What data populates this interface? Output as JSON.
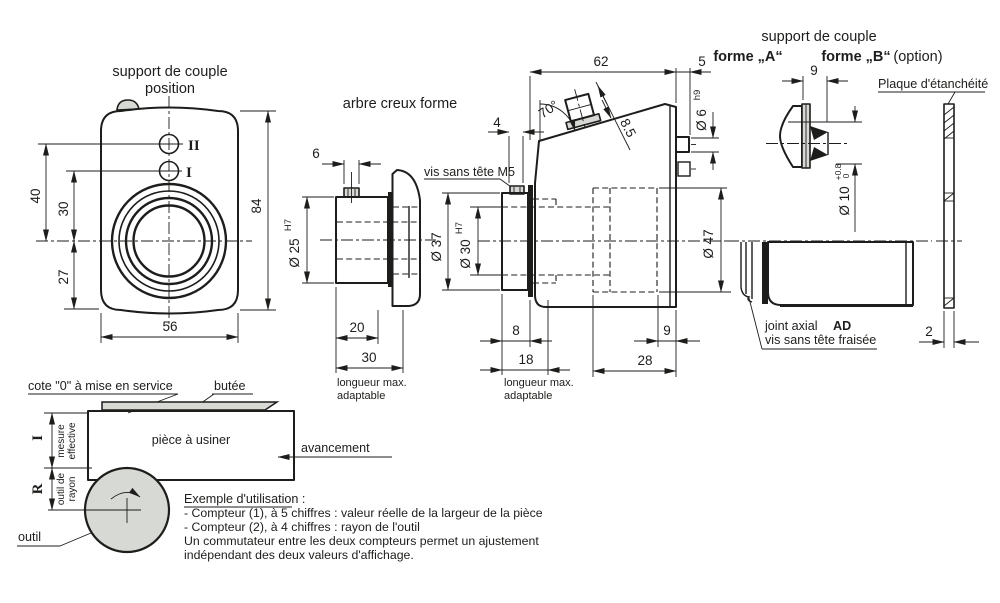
{
  "colors": {
    "part_fill": "#d7d9d5",
    "line": "#1d1d1b",
    "bg": "#ffffff"
  },
  "front_view": {
    "title1": "support de couple",
    "title2": "position",
    "port_top": "II",
    "port_bottom": "I",
    "dim_40": "40",
    "dim_30": "30",
    "dim_27": "27",
    "dim_84": "84",
    "dim_56": "56"
  },
  "shaft_view": {
    "title": "arbre creux forme",
    "dim_6": "6",
    "dim_d25": "Ø 25",
    "tol_d25": "H7",
    "dim_20": "20",
    "dim_30": "30",
    "note_line1": "longueur max.",
    "note_line2": "adaptable"
  },
  "section_view": {
    "setscrew_label": "vis sans tête M5",
    "dim_4": "4",
    "dim_62": "62",
    "dim_5": "5",
    "dim_angle": "70°",
    "dim_85": "8.5",
    "dim_d37": "Ø 37",
    "dim_d30": "Ø 30",
    "tol_d30": "H7",
    "dim_d6": "Ø 6",
    "tol_d6": "h9",
    "dim_d47": "Ø 47",
    "dim_8": "8",
    "dim_18": "18",
    "dim_9": "9",
    "dim_28": "28",
    "note_line1": "longueur max.",
    "note_line2": "adaptable"
  },
  "support_view": {
    "title": "support de couple",
    "forme_a": "forme „A“",
    "forme_b": "forme „B“",
    "option": "(option)",
    "dim_9": "9",
    "dim_d10": "Ø 10",
    "tol_d10_plus": "+0.8",
    "tol_d10_zero": "0",
    "plaque_label": "Plaque d'étanchéité",
    "joint_label_1": "joint axial",
    "joint_label_bold": "AD",
    "joint_label_2": "vis sans tête fraisée",
    "dim_2": "2"
  },
  "usage_view": {
    "cote_label": "cote \"0\" à mise en service",
    "butee_label": "butée",
    "piece_label": "pièce à usiner",
    "avancement_label": "avancement",
    "dim_I": "I",
    "dim_R": "R",
    "mesure_1": "mesure",
    "mesure_2": "effective",
    "rayon_1": "outil de",
    "rayon_2": "rayon",
    "outil_label": "outil",
    "example_title": "Exemple d'utilisation :",
    "example_lines": [
      "- Compteur (1), à 5 chiffres : valeur réelle de la largeur de la pièce",
      "- Compteur (2), à 4 chiffres : rayon de l'outil",
      "Un commutateur entre les deux compteurs permet un ajustement",
      "indépendant des deux valeurs d'affichage."
    ]
  }
}
